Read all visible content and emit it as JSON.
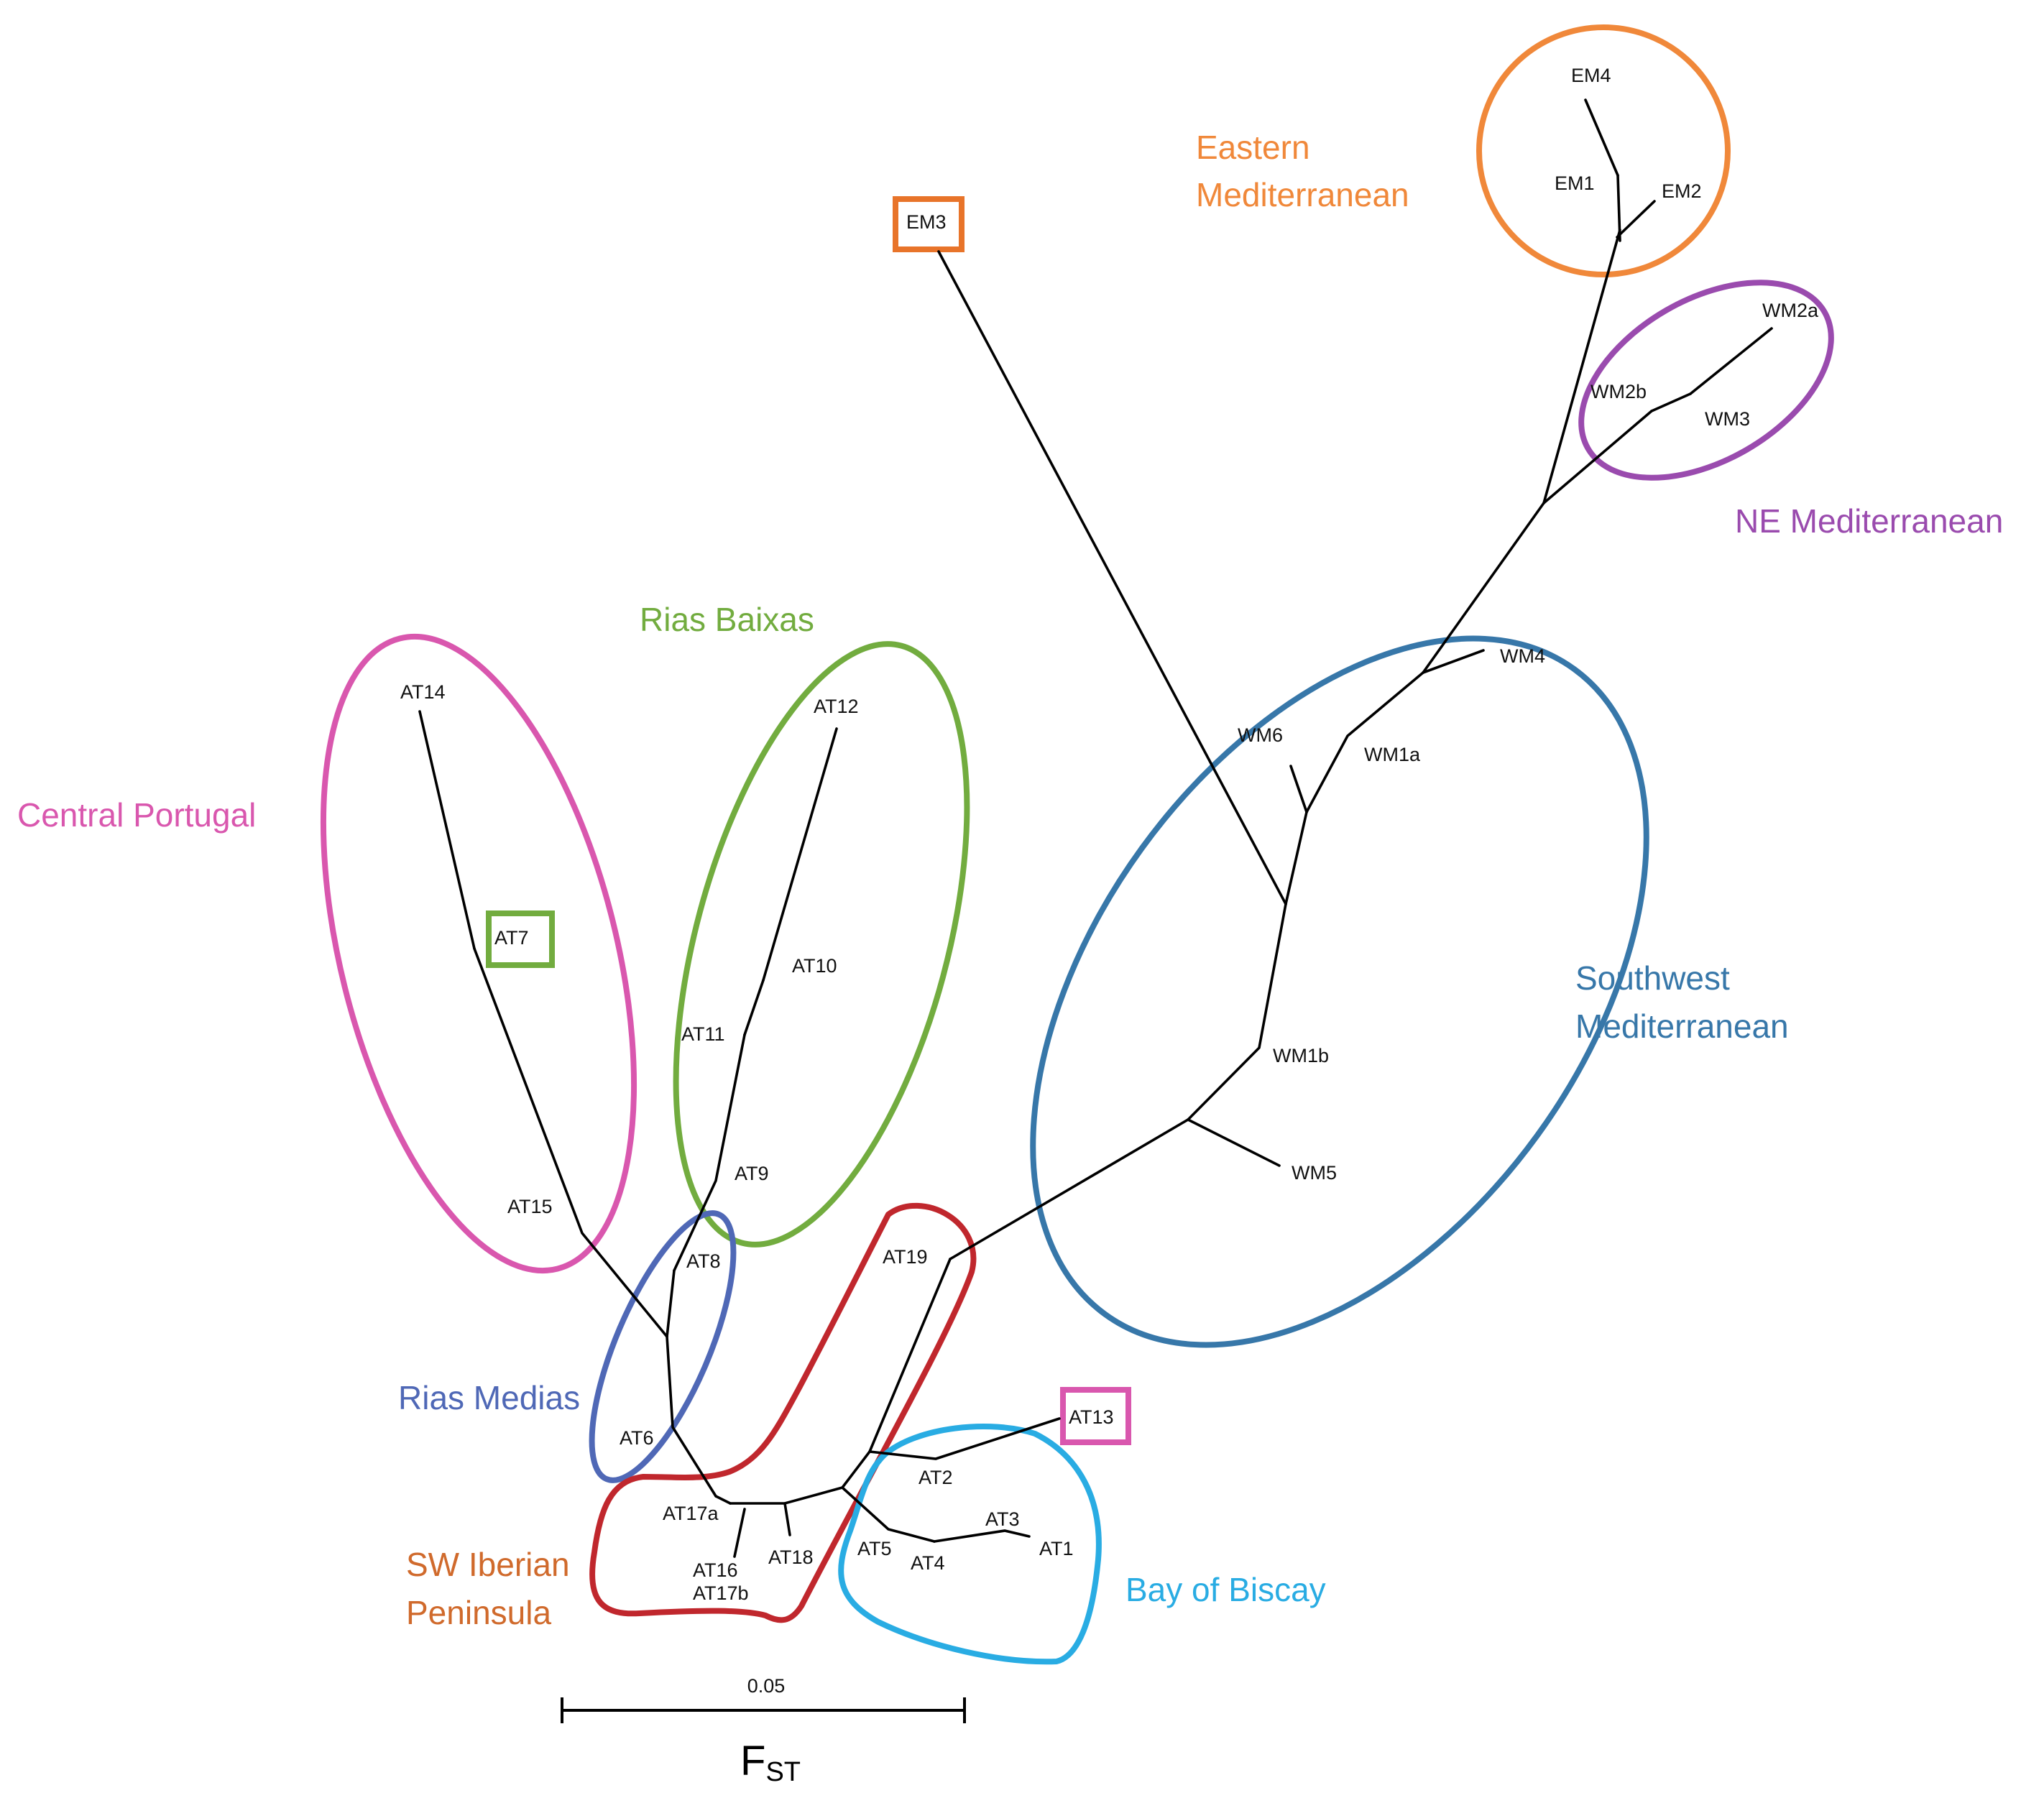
{
  "regions": {
    "eastern_mediterranean": {
      "line1": "Eastern",
      "line2": "Mediterranean",
      "color": "#F0883A"
    },
    "ne_mediterranean": {
      "label": "NE Mediterranean",
      "color": "#9A4BAE"
    },
    "southwest_mediterranean": {
      "line1": "Southwest",
      "line2": "Mediterranean",
      "color": "#3777A9"
    },
    "rias_baixas": {
      "label": "Rias Baixas",
      "color": "#72AC3F"
    },
    "central_portugal": {
      "label": "Central Portugal",
      "color": "#D957AE"
    },
    "rias_medias": {
      "label": "Rias Medias",
      "color": "#4F68B6"
    },
    "sw_iberian_peninsula": {
      "line1": "SW Iberian",
      "line2": "Peninsula",
      "label_color": "#D06A2C",
      "outline_color": "#C0272D"
    },
    "bay_of_biscay": {
      "label": "Bay of Biscay",
      "color": "#29ACE3"
    }
  },
  "nodes": {
    "EM4": "EM4",
    "EM1": "EM1",
    "EM2": "EM2",
    "EM3": "EM3",
    "WM2a": "WM2a",
    "WM2b": "WM2b",
    "WM3": "WM3",
    "WM4": "WM4",
    "WM6": "WM6",
    "WM1a": "WM1a",
    "WM1b": "WM1b",
    "WM5": "WM5",
    "AT14": "AT14",
    "AT7": "AT7",
    "AT15": "AT15",
    "AT12": "AT12",
    "AT10": "AT10",
    "AT11": "AT11",
    "AT9": "AT9",
    "AT8": "AT8",
    "AT6": "AT6",
    "AT19": "AT19",
    "AT17a": "AT17a",
    "AT16": "AT16",
    "AT17b": "AT17b",
    "AT18": "AT18",
    "AT13": "AT13",
    "AT2": "AT2",
    "AT3": "AT3",
    "AT1": "AT1",
    "AT5": "AT5",
    "AT4": "AT4"
  },
  "highlight_boxes": {
    "EM3": "#E8742A",
    "AT7": "#72AC3F",
    "AT13": "#D957AE"
  },
  "scale_bar": {
    "value": "0.05",
    "label_main": "F",
    "label_sub": "ST"
  }
}
